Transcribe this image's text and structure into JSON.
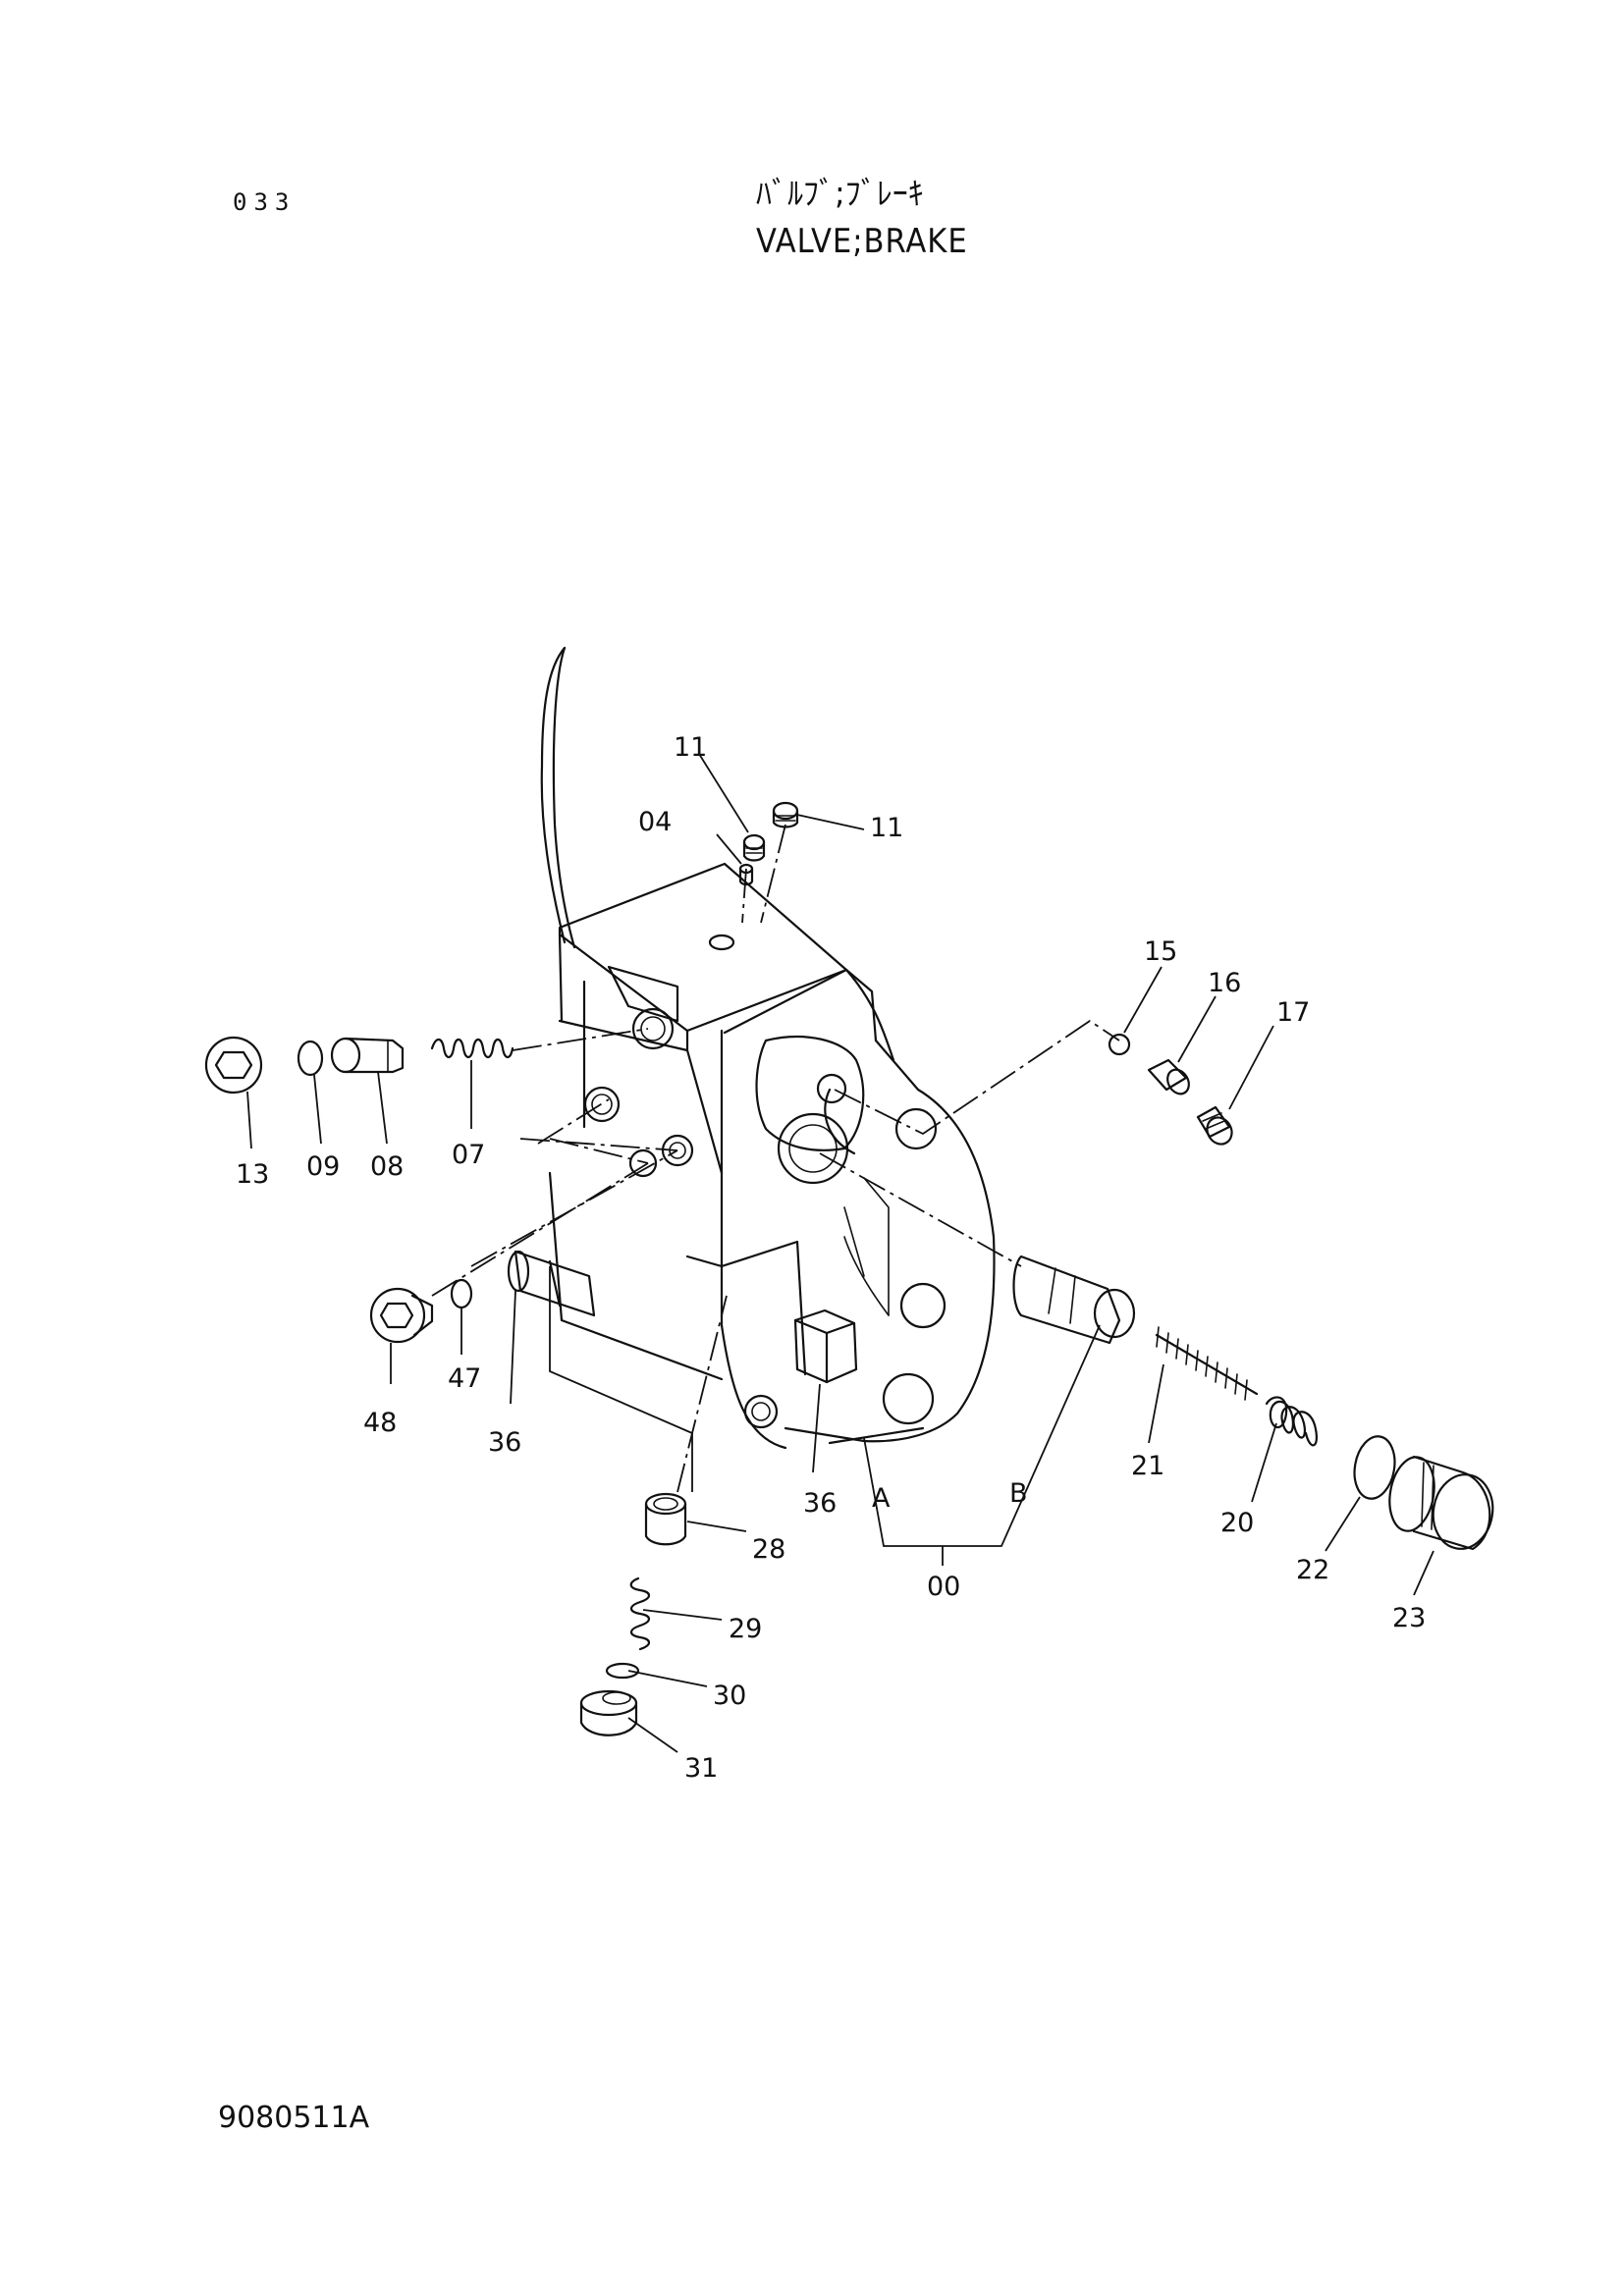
{
  "header": {
    "page_number": "033",
    "title_jp": "ﾊﾞﾙﾌﾞ;ﾌﾞﾚｰｷ",
    "title_en": "VALVE;BRAKE"
  },
  "footer": {
    "drawing_code": "9080511A"
  },
  "diagram": {
    "part_labels": [
      "11",
      "11",
      "04",
      "15",
      "16",
      "17",
      "13",
      "09",
      "08",
      "07",
      "48",
      "47",
      "36",
      "36",
      "28",
      "29",
      "30",
      "31",
      "A",
      "B",
      "00",
      "21",
      "20",
      "22",
      "23"
    ],
    "line_color": "#111111",
    "background_color": "#ffffff"
  }
}
